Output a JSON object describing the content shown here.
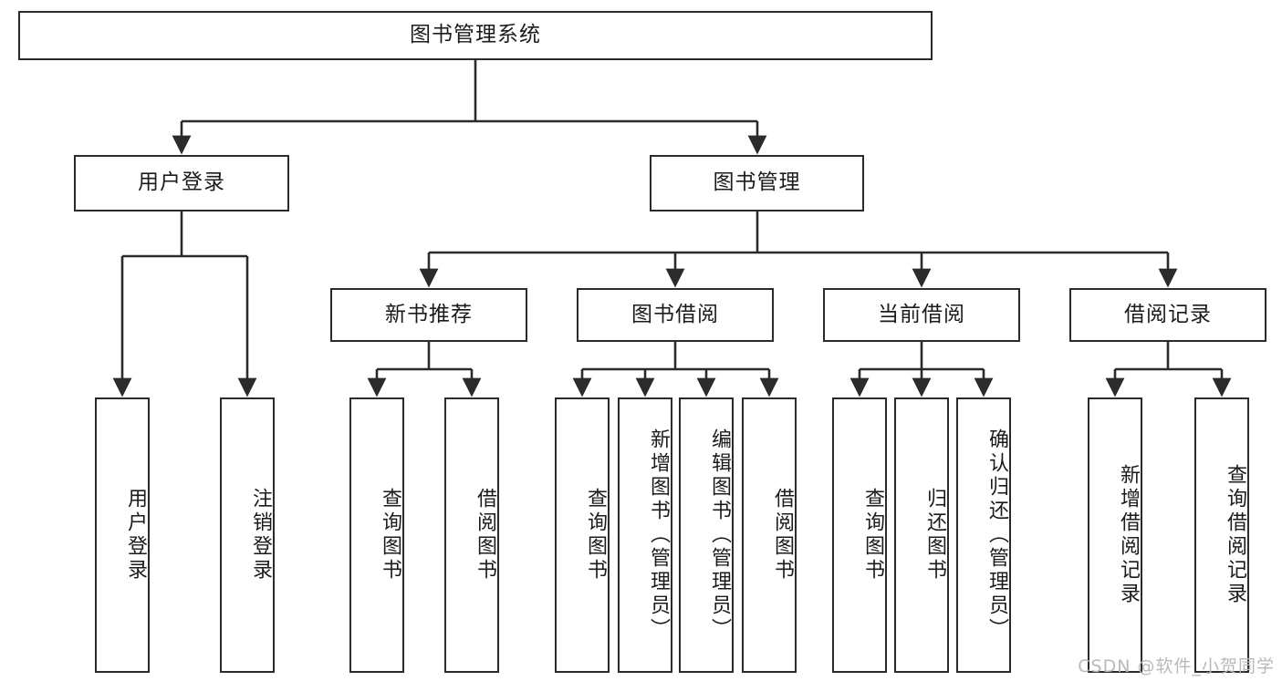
{
  "diagram": {
    "title": "图书管理系统",
    "type": "hierarchy-tree",
    "style": {
      "background": "#ffffff",
      "box_border": "#2b2b2b",
      "box_fill": "#ffffff",
      "text_color": "#1b1b1b",
      "connector_color": "#2b2b2b",
      "watermark_color": "#b9b9b9"
    }
  },
  "root": {
    "label": "图书管理系统"
  },
  "level2": [
    {
      "label": "用户登录"
    },
    {
      "label": "图书管理"
    }
  ],
  "level3": [
    {
      "label": "新书推荐"
    },
    {
      "label": "图书借阅"
    },
    {
      "label": "当前借阅"
    },
    {
      "label": "借阅记录"
    }
  ],
  "leaves": {
    "user_login": [
      {
        "label": "用户登录"
      },
      {
        "label": "注销登录"
      }
    ],
    "new_book_recommend": [
      {
        "label": "查询图书"
      },
      {
        "label": "借阅图书"
      }
    ],
    "book_borrow": [
      {
        "label": "查询图书"
      },
      {
        "label": "新增图书（管理员）"
      },
      {
        "label": "编辑图书（管理员）"
      },
      {
        "label": "借阅图书"
      }
    ],
    "current_borrow": [
      {
        "label": "查询图书"
      },
      {
        "label": "归还图书"
      },
      {
        "label": "确认归还（管理员）"
      }
    ],
    "borrow_record": [
      {
        "label": "新增借阅记录"
      },
      {
        "label": "查询借阅记录"
      }
    ]
  },
  "watermark": {
    "text": "CSDN @软件_小贺同学"
  }
}
